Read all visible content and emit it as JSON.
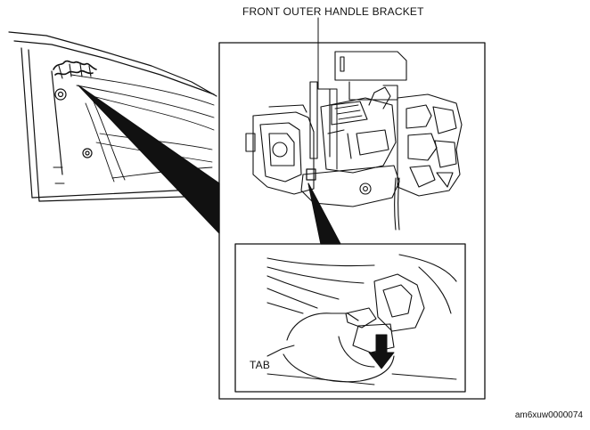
{
  "labels": {
    "bracket": "FRONT OUTER HANDLE BRACKET",
    "tab": "TAB",
    "figure_id": "am6xuw0000074"
  },
  "colors": {
    "line": "#111111",
    "background": "#ffffff"
  }
}
